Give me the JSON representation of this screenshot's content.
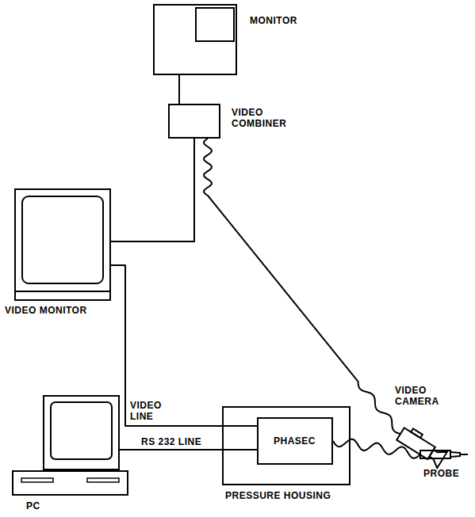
{
  "diagram": {
    "nodes": [
      {
        "text": [
          "MONITOR"
        ]
      },
      {
        "text": [
          "VIDEO COMBINER"
        ]
      },
      {
        "text": [
          "VIDEO MONITOR"
        ]
      },
      {
        "text": [
          "VIDEO CAMERA"
        ]
      },
      {
        "text": [
          "PRESSURE HOUSING"
        ]
      },
      {
        "text": [
          "PHASEC"
        ],
        "in": 4
      },
      {
        "text": [
          "PC"
        ]
      },
      {
        "text": [
          "PROBE"
        ]
      }
    ],
    "edges": [
      {
        "from": 0,
        "to": 1,
        "arrow": "none"
      },
      {
        "from": 1,
        "to": 2,
        "arrow": "none"
      },
      {
        "from": 1,
        "to": 3,
        "arrow": "none"
      },
      {
        "from": 2,
        "to": 5,
        "label": "VIDEO LINE",
        "arrow": "none"
      },
      {
        "from": 6,
        "to": 5,
        "label": "RS 232 LINE",
        "arrow": "none"
      },
      {
        "from": 5,
        "to": 7,
        "arrow": "none"
      }
    ]
  }
}
